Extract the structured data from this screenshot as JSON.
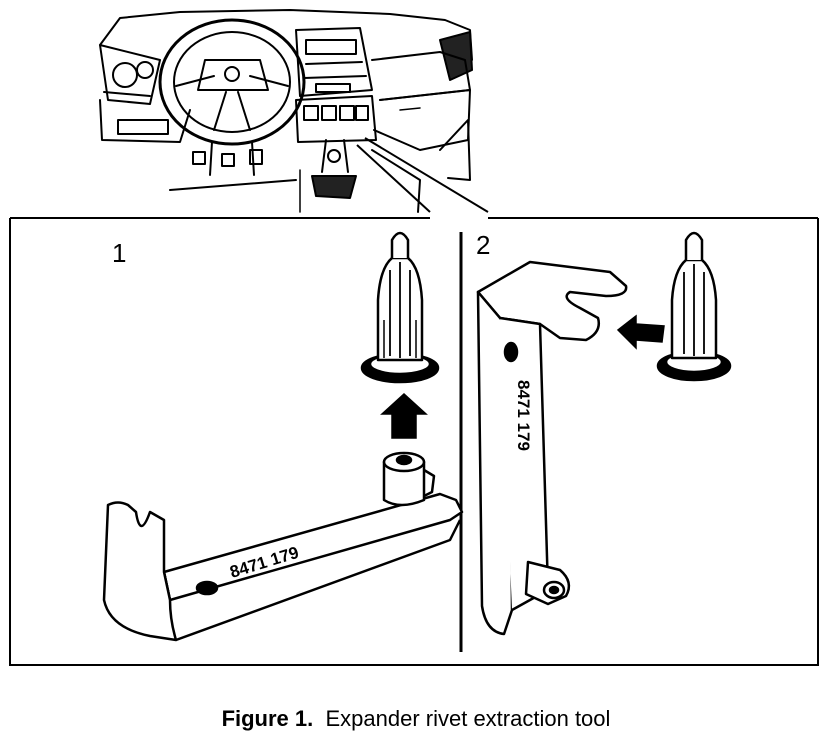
{
  "figure": {
    "panel_1_label": "1",
    "panel_2_label": "2",
    "tool_marking_1": "8471 179",
    "tool_marking_2": "8471 179"
  },
  "caption": {
    "figure_label": "Figure 1.",
    "text": "Expander rivet extraction tool"
  }
}
